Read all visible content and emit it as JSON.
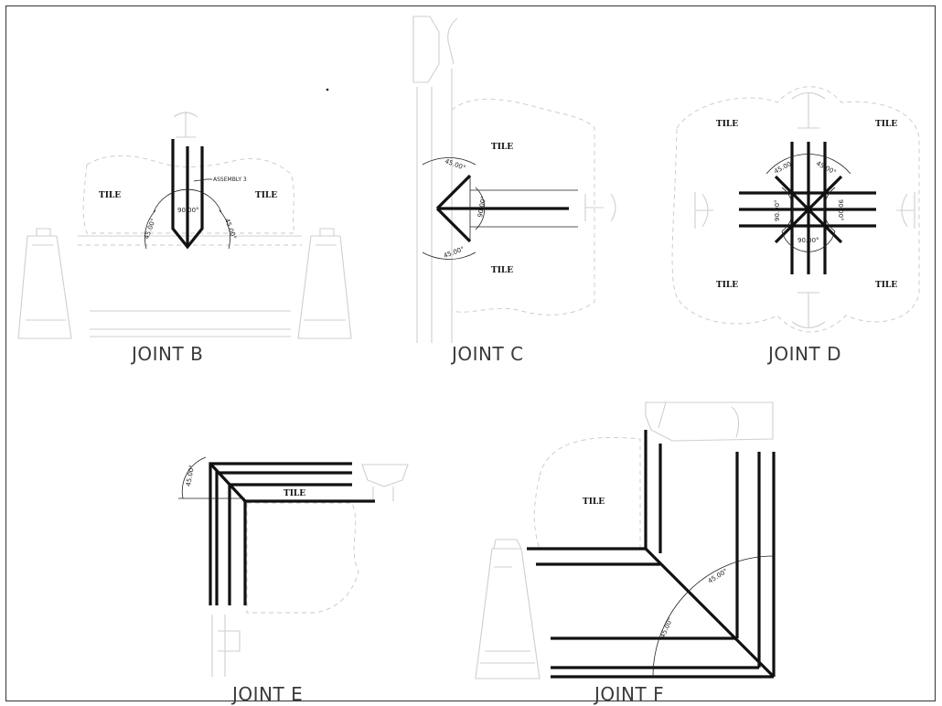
{
  "tile_label": "TILE",
  "joints": {
    "b": {
      "caption": "JOINT B",
      "note": "ASSEMBLY 3",
      "dims": [
        "90.00°",
        "45.00°",
        "45.00°"
      ]
    },
    "c": {
      "caption": "JOINT C",
      "dims": [
        "45.00°",
        "90.00°",
        "45.00°"
      ]
    },
    "d": {
      "caption": "JOINT D",
      "dims": [
        "45.00°",
        "45.00°",
        "90.00°",
        "90.00°",
        "90.00°"
      ]
    },
    "e": {
      "caption": "JOINT E",
      "dims": [
        "45.00°"
      ]
    },
    "f": {
      "caption": "JOINT F",
      "dims": [
        "45.00°",
        "45.00°"
      ]
    }
  }
}
